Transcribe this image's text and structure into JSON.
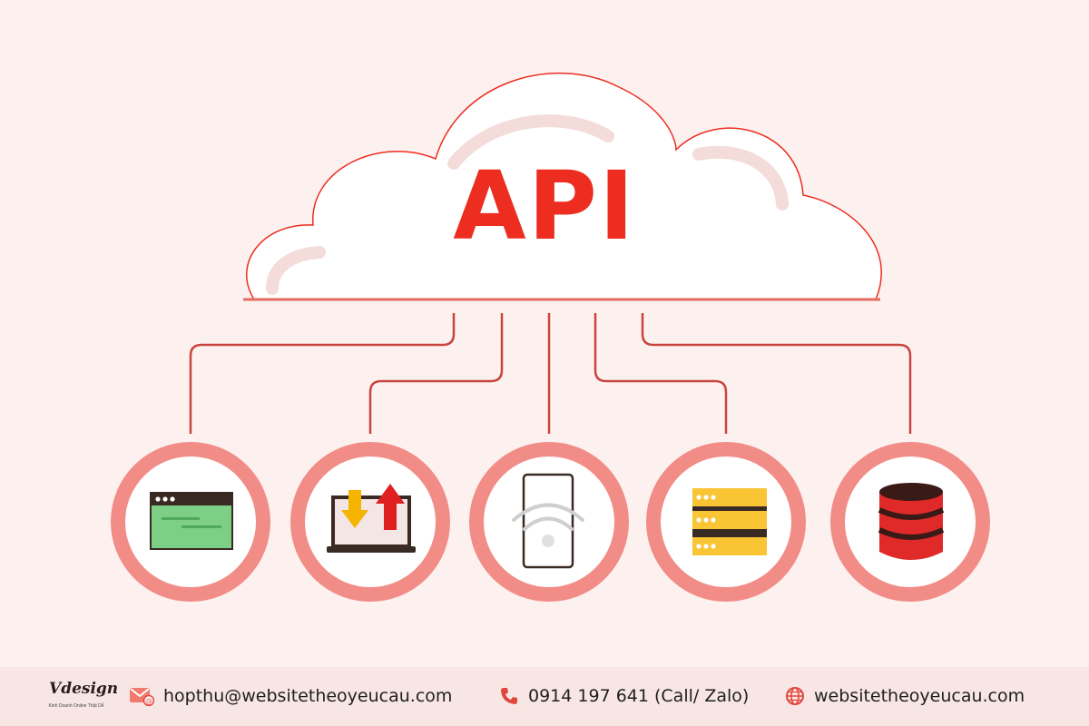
{
  "title": "API",
  "colors": {
    "accent": "#ec2d1f",
    "line": "#c9443c",
    "ring": "#f28c86",
    "background": "#fdf1f0",
    "footer_bg": "#f8e6e5"
  },
  "nodes": [
    {
      "name": "browser-window-icon"
    },
    {
      "name": "laptop-upload-download-icon"
    },
    {
      "name": "wireless-mobile-device-icon"
    },
    {
      "name": "server-rack-icon"
    },
    {
      "name": "database-icon"
    }
  ],
  "footer": {
    "logo_text": "Vdesign",
    "logo_tagline": "Kinh Doanh Online Thật Dễ",
    "email": "hopthu@websitetheoyeucau.com",
    "phone": "0914 197 641 (Call/ Zalo)",
    "website": "websitetheoyeucau.com"
  }
}
